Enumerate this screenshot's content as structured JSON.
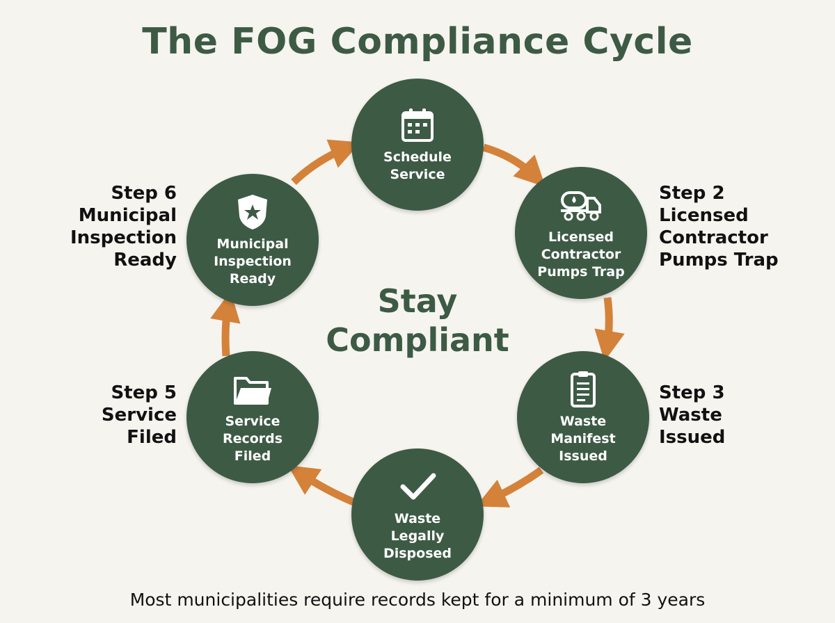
{
  "title": "The FOG Compliance Cycle",
  "center": [
    "Stay",
    "Compliant"
  ],
  "footer": "Most municipalities require records kept for a minimum of 3 years",
  "colors": {
    "node": "#3d5a45",
    "arrow": "#d4823a",
    "background": "#f6f4ef"
  },
  "nodes": [
    {
      "icon": "calendar-icon",
      "lines": [
        "Schedule",
        "Service"
      ]
    },
    {
      "icon": "tanker-truck-icon",
      "lines": [
        "Licensed",
        "Contractor",
        "Pumps Trap"
      ]
    },
    {
      "icon": "clipboard-icon",
      "lines": [
        "Waste",
        "Manifest",
        "Issued"
      ]
    },
    {
      "icon": "checkmark-icon",
      "lines": [
        "Waste",
        "Legally",
        "Disposed"
      ]
    },
    {
      "icon": "folder-icon",
      "lines": [
        "Service",
        "Records",
        "Filed"
      ]
    },
    {
      "icon": "police-badge-icon",
      "lines": [
        "Municipal",
        "Inspection",
        "Ready"
      ]
    }
  ],
  "steps": {
    "step2": [
      "Step 2",
      "Licensed",
      "Contractor",
      "Pumps Trap"
    ],
    "step3": [
      "Step 3",
      "Waste",
      "Issued"
    ],
    "step5": [
      "Step 5",
      "Service",
      "Filed"
    ],
    "step6": [
      "Step 6",
      "Municipal",
      "Inspection",
      "Ready"
    ]
  }
}
